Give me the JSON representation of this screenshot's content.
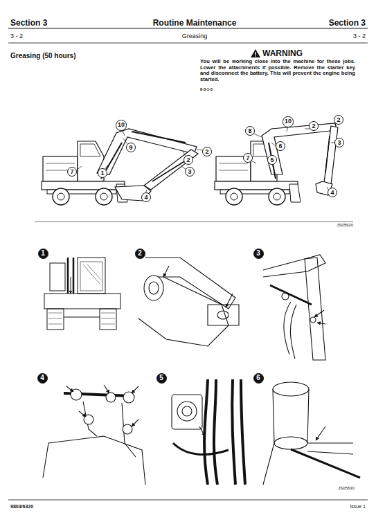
{
  "diagram": {
    "title": "Greasing (50 hours)",
    "nodes": [
      {
        "text": [
          "10"
        ]
      },
      {
        "text": [
          "9"
        ]
      },
      {
        "text": [
          "7"
        ]
      },
      {
        "text": [
          "1"
        ]
      },
      {
        "text": [
          "2"
        ]
      },
      {
        "text": [
          "2"
        ]
      },
      {
        "text": [
          "3"
        ]
      },
      {
        "text": [
          "4"
        ]
      },
      {
        "text": [
          "8"
        ]
      },
      {
        "text": [
          "10"
        ]
      },
      {
        "text": [
          "2"
        ]
      },
      {
        "text": [
          "2"
        ]
      },
      {
        "text": [
          "6"
        ]
      },
      {
        "text": [
          "5"
        ]
      },
      {
        "text": [
          "7"
        ]
      },
      {
        "text": [
          "3"
        ]
      },
      {
        "text": [
          "4"
        ]
      },
      {
        "text": [
          "1"
        ]
      },
      {
        "text": [
          "2"
        ]
      },
      {
        "text": [
          "3"
        ]
      },
      {
        "text": [
          "4"
        ]
      },
      {
        "text": [
          "5"
        ]
      },
      {
        "text": [
          "6"
        ]
      }
    ],
    "labels": [
      "Section 3",
      "Routine Maintenance",
      "Section 3",
      "3 - 2",
      "Greasing",
      "3 - 2",
      "WARNING",
      "You will be working close into the machine for these jobs. Lower the attachments if possible. Remove the starter key and disconnect the battery. This will prevent the engine being started.",
      "8-3-1-3",
      "JS05620",
      "JS05630",
      "9803/6320",
      "Issue 1"
    ]
  }
}
